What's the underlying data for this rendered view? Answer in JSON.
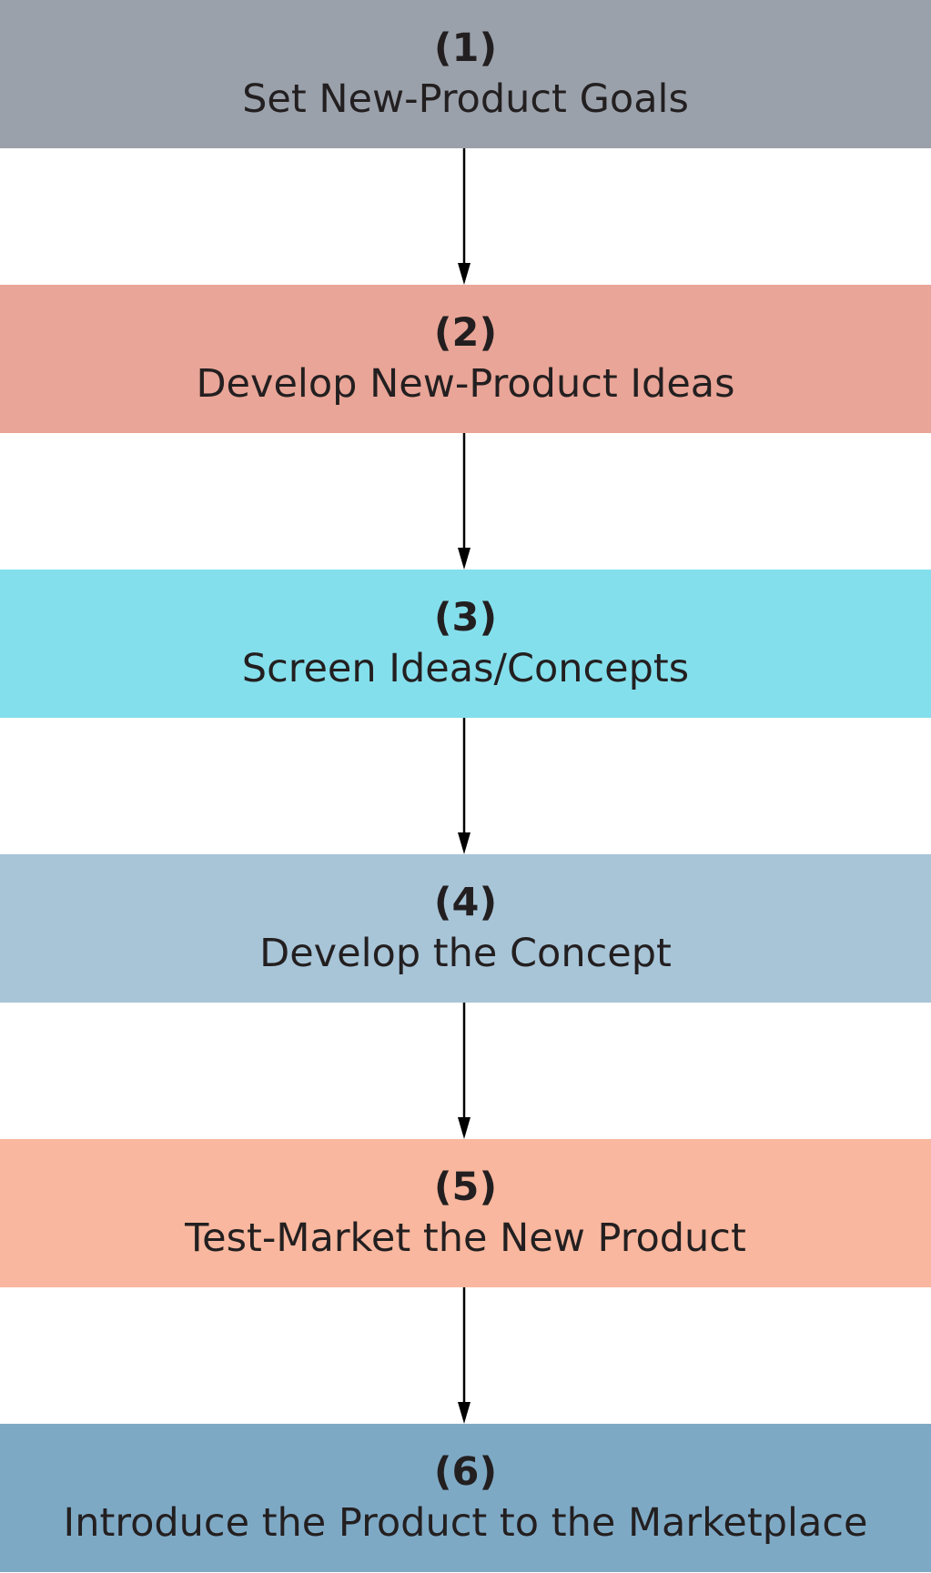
{
  "diagram": {
    "steps": [
      {
        "number": "(1)",
        "label": "Set New-Product Goals",
        "color": "#9aa1ab"
      },
      {
        "number": "(2)",
        "label": "Develop New-Product Ideas",
        "color": "#e9a597"
      },
      {
        "number": "(3)",
        "label": "Screen Ideas/Concepts",
        "color": "#84dfec"
      },
      {
        "number": "(4)",
        "label": "Develop the Concept",
        "color": "#a8c5d8"
      },
      {
        "number": "(5)",
        "label": "Test-Market the New Product",
        "color": "#f8b79e"
      },
      {
        "number": "(6)",
        "label": "Introduce the Product to the Marketplace",
        "color": "#7ea9c5"
      }
    ],
    "connector_color": "#000000"
  }
}
